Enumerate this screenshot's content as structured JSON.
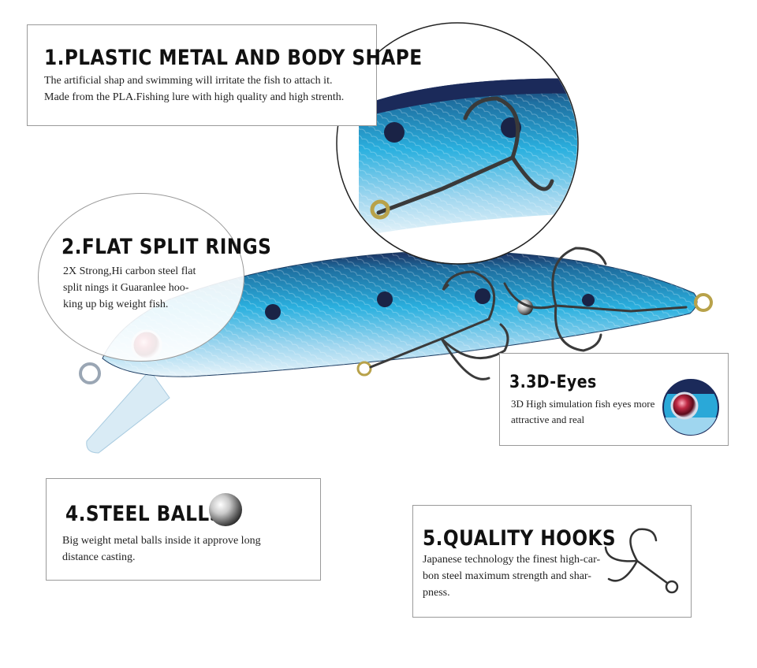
{
  "features": {
    "body_shape": {
      "title": "1.PLASTIC METAL AND BODY SHAPE",
      "desc_line1": "The artificial shap and swimming will irritate the fish to attach it.",
      "desc_line2": "Made from the PLA.Fishing lure with high quality and high strenth."
    },
    "split_rings": {
      "title": "2.FLAT SPLIT RINGS",
      "desc_line1": "2X Strong,Hi carbon steel flat",
      "desc_line2": "split nings it Guaranlee hoo-",
      "desc_line3": "king up big weight fish."
    },
    "eyes": {
      "title": "3.3D-Eyes",
      "desc_line1": "3D High simulation fish eyes more",
      "desc_line2": "attractive and real"
    },
    "steel_balls": {
      "title": "4.STEEL BALLS",
      "desc_line1": "Big weight metal balls inside it approve long",
      "desc_line2": "distance casting."
    },
    "hooks": {
      "title": "5.QUALITY HOOKS",
      "desc_line1": "Japanese technology the finest high-car-",
      "desc_line2": "bon steel maximum strength and shar-",
      "desc_line3": "pness."
    }
  },
  "colors": {
    "lure_blue": "#2aa8d8",
    "lure_dark_back": "#1b2a5a",
    "eye_red": "#b0263c",
    "box_border": "#9a9a9a"
  }
}
